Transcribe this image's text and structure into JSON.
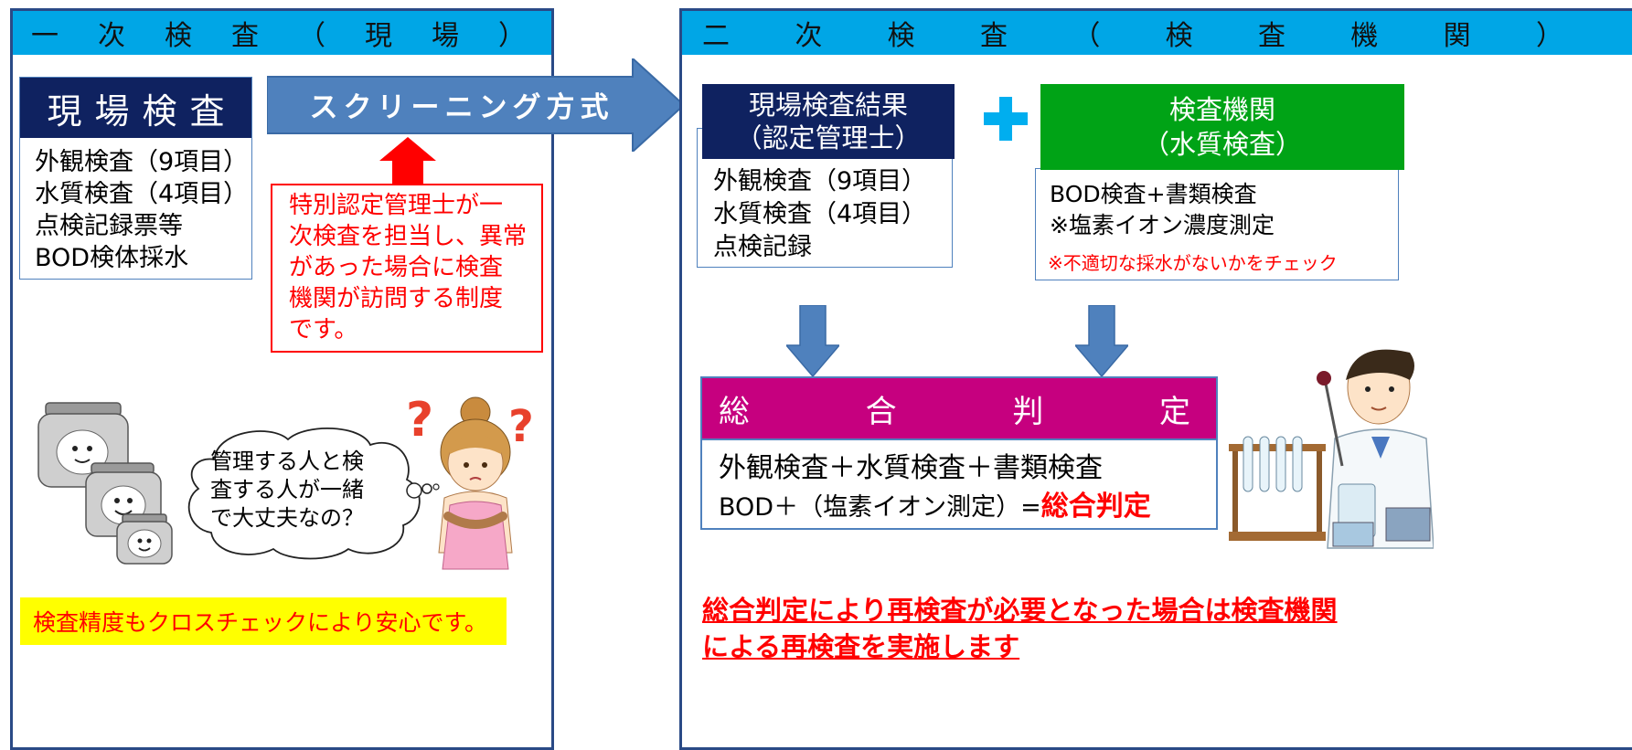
{
  "colors": {
    "header_bg": "#00a6e6",
    "panel_border": "#2a4a86",
    "navy": "#0f2260",
    "arrow_blue": "#4f81bd",
    "red": "#ff0000",
    "green": "#00a316",
    "magenta": "#c6007f",
    "plus_blue": "#00aeef",
    "yellow": "#ffff00"
  },
  "left_panel": {
    "header_chars": [
      "一",
      "次",
      "検",
      "査",
      "（",
      "現",
      "場",
      "）"
    ],
    "field_title": "現場検査",
    "field_items": [
      "外観検査（9項目）",
      "水質検査（4項目）",
      "点検記録票等",
      "BOD検体採水"
    ],
    "note_lines": [
      "特別認定管理士が一",
      "次検査を担当し、異常",
      "があった場合に検査",
      "機関が訪問する制度",
      "です。"
    ],
    "bubble_lines": [
      "管理する人と検",
      "査する人が一緒",
      "で大丈夫なの？"
    ],
    "bottom_note": "検査精度もクロスチェックにより安心です。"
  },
  "screening_arrow": {
    "label": "スクリーニング方式",
    "icon": "right-arrow"
  },
  "right_panel": {
    "header_chars": [
      "二",
      "次",
      "検",
      "査",
      "（",
      "検",
      "査",
      "機",
      "関",
      "）"
    ],
    "result_title": [
      "現場検査結果",
      "（認定管理士）"
    ],
    "result_items": [
      "外観検査（9項目）",
      "水質検査（4項目）",
      "点検記録"
    ],
    "plus_icon": "plus-icon",
    "agency_title": [
      "検査機関",
      "（水質検査）"
    ],
    "agency_items": [
      "BOD検査+書類検査",
      "※塩素イオン濃度測定"
    ],
    "agency_note": "※不適切な採水がないかをチェック",
    "judgment_chars": [
      "総",
      "合",
      "判",
      "定"
    ],
    "judgment_line1": "外観検査＋水質検査＋書類検査",
    "judgment_line2": "BOD＋（塩素イオン測定）=",
    "judgment_highlight": "総合判定",
    "footer_lines": [
      "総合判定により再検査が必要となった場合は検査機関",
      "による再検査を実施します"
    ]
  }
}
